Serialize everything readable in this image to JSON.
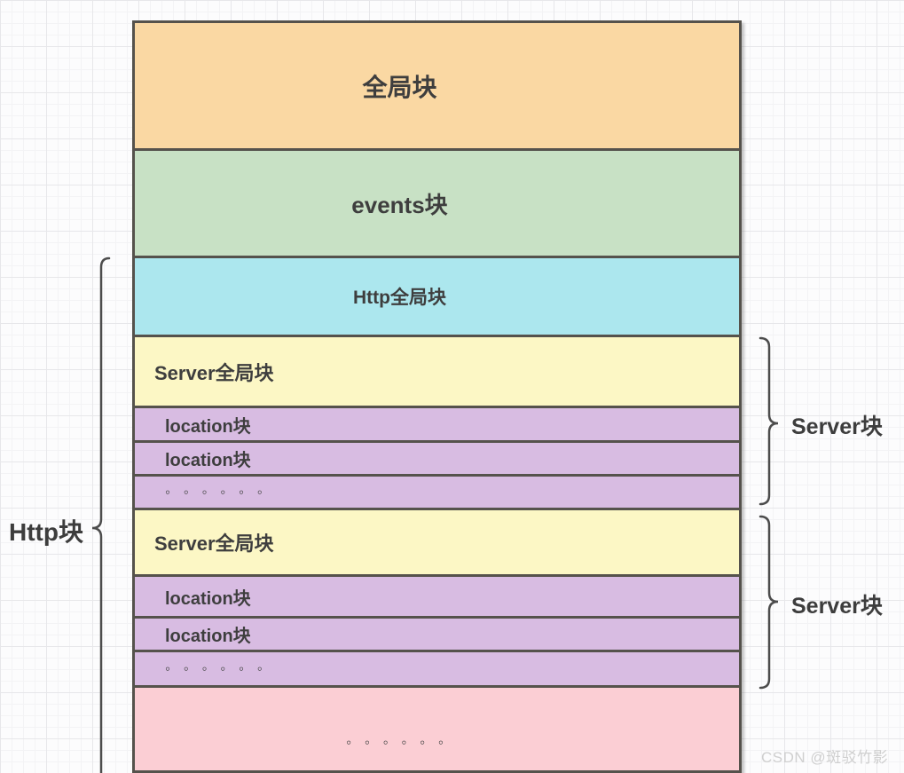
{
  "diagram": {
    "title_semantic": "nginx-config-file-structure",
    "blocks": [
      {
        "id": "global-block",
        "label": "全局块"
      },
      {
        "id": "events-block",
        "label": "events块"
      },
      {
        "id": "http-global-block",
        "label": "Http全局块"
      },
      {
        "id": "server-global-block-1",
        "label": "Server全局块"
      },
      {
        "id": "location-block-1",
        "label": "location块"
      },
      {
        "id": "location-block-2",
        "label": "location块"
      },
      {
        "id": "ellipsis-row-1",
        "label": "◦ ◦ ◦ ◦ ◦ ◦"
      },
      {
        "id": "server-global-block-2",
        "label": "Server全局块"
      },
      {
        "id": "location-block-3",
        "label": "location块"
      },
      {
        "id": "location-block-4",
        "label": "location块"
      },
      {
        "id": "ellipsis-row-2",
        "label": "◦ ◦ ◦ ◦ ◦ ◦"
      },
      {
        "id": "ellipsis-block-bottom",
        "label": "◦ ◦ ◦ ◦ ◦ ◦"
      }
    ],
    "annotations": {
      "http_brace_label": "Http块",
      "server_brace_label_1": "Server块",
      "server_brace_label_2": "Server块"
    },
    "watermark": "CSDN @斑驳竹影",
    "colors": {
      "global_block": "#fad8a3",
      "events_block": "#c8e1c5",
      "http_global_block": "#ace7ee",
      "server_global_block": "#fcf7c5",
      "location_block": "#d8bce2",
      "ellipsis_block": "#fbced4",
      "border": "#55524c",
      "brace": "#4c4c4c",
      "text": "#3e3e3e",
      "watermark_text": "#cfcfcf"
    }
  }
}
